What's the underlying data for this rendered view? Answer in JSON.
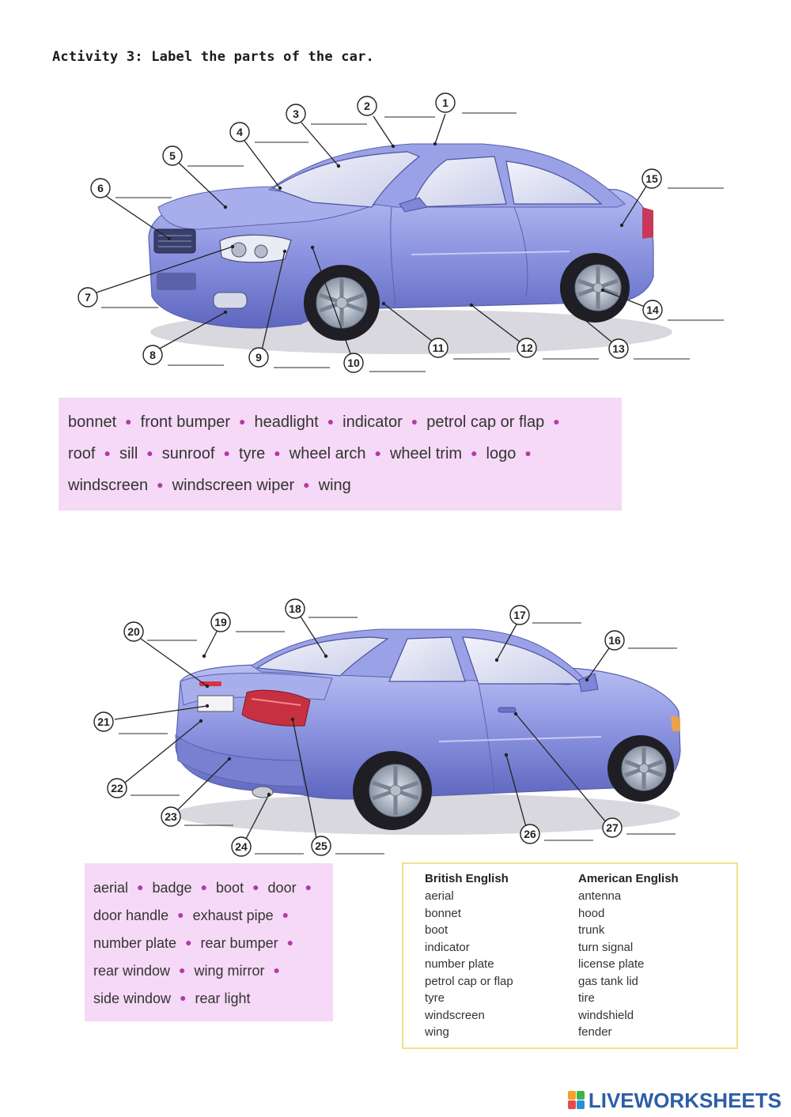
{
  "title": "Activity 3: Label the parts of the car.",
  "top_words": {
    "lines": [
      [
        "bonnet",
        "front bumper",
        "headlight",
        "indicator",
        "petrol cap or flap",
        ""
      ],
      [
        "roof",
        "sill",
        "sunroof",
        "tyre",
        "wheel arch",
        "wheel trim",
        "logo",
        ""
      ],
      [
        "windscreen",
        "windscreen wiper",
        "wing"
      ]
    ]
  },
  "bottom_words": {
    "lines": [
      [
        "aerial",
        "badge",
        "boot",
        "door",
        ""
      ],
      [
        "door handle",
        "exhaust pipe",
        ""
      ],
      [
        "number plate",
        "rear bumper",
        ""
      ],
      [
        "rear window",
        "wing mirror",
        ""
      ],
      [
        "side window",
        "rear light"
      ]
    ]
  },
  "glossary": {
    "british_header": "British English",
    "american_header": "American English",
    "british": [
      "aerial",
      "bonnet",
      "boot",
      "indicator",
      "number plate",
      "petrol cap or flap",
      "tyre",
      "windscreen",
      "wing"
    ],
    "american": [
      "antenna",
      "hood",
      "trunk",
      "turn signal",
      "license plate",
      "gas tank lid",
      "tire",
      "windshield",
      "fender"
    ]
  },
  "callout_numbers_top": [
    "1",
    "2",
    "3",
    "4",
    "5",
    "6",
    "7",
    "8",
    "9",
    "10",
    "11",
    "12",
    "13",
    "14",
    "15"
  ],
  "callout_numbers_bottom": [
    "16",
    "17",
    "18",
    "19",
    "20",
    "21",
    "22",
    "23",
    "24",
    "25",
    "26",
    "27"
  ],
  "brand": "LIVEWORKSHEETS",
  "brand_colors": [
    "#f4a02a",
    "#3cb54a",
    "#e84a4a",
    "#2d8fd5"
  ],
  "car_color": "#8b93e0"
}
